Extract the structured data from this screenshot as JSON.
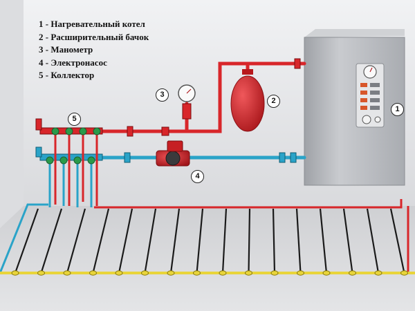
{
  "legend": {
    "items": [
      {
        "number": "1",
        "label": "1 - Нагревательный котел"
      },
      {
        "number": "2",
        "label": "2 - Расширительный бачок"
      },
      {
        "number": "3",
        "label": "3 - Манометр"
      },
      {
        "number": "4",
        "label": "4 - Электронасос"
      },
      {
        "number": "5",
        "label": "5 - Коллектор"
      }
    ]
  },
  "callouts": {
    "boiler": "1",
    "expansion_tank": "2",
    "pressure_gauge": "3",
    "pump": "4",
    "collector": "5"
  },
  "colors": {
    "supply_pipe": "#d8262a",
    "return_pipe": "#2aa3c8",
    "floor_pipe": "#1a1a1a",
    "floor_fitting": "#e8d43a",
    "boiler_body": "#b9bbbf",
    "tank": "#d8262a",
    "wall": "#e9eaec",
    "floor": "#d6d7d9"
  }
}
